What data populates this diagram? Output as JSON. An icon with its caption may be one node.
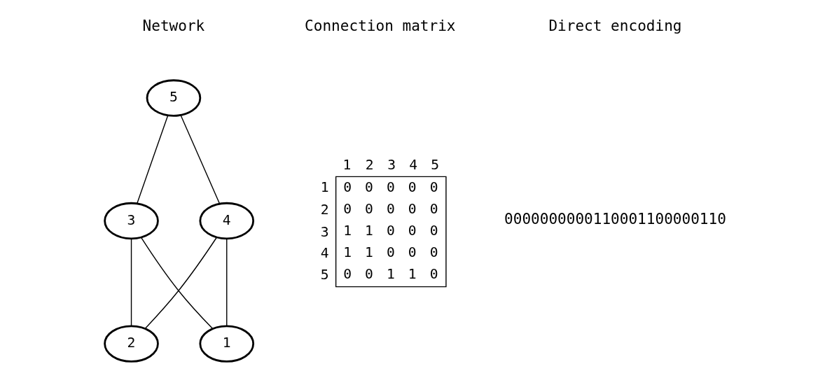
{
  "diagram": {
    "nodes": [
      {
        "text": [
          "5"
        ]
      },
      {
        "text": [
          "3"
        ]
      },
      {
        "text": [
          "4"
        ]
      },
      {
        "text": [
          "2"
        ]
      },
      {
        "text": [
          "1"
        ]
      }
    ],
    "edges": [
      {
        "from": 0,
        "to": 1,
        "arrow": "none"
      },
      {
        "from": 0,
        "to": 2,
        "arrow": "none"
      },
      {
        "from": 1,
        "to": 3,
        "arrow": "none"
      },
      {
        "from": 1,
        "to": 4,
        "arrow": "none"
      },
      {
        "from": 2,
        "to": 3,
        "arrow": "none"
      },
      {
        "from": 2,
        "to": 4,
        "arrow": "none"
      }
    ],
    "labels": [
      "Network",
      "Connection matrix",
      "Direct encoding",
      "1",
      "2",
      "3",
      "4",
      "5",
      "1",
      "0",
      "0",
      "0",
      "0",
      "0",
      "2",
      "0",
      "0",
      "0",
      "0",
      "0",
      "3",
      "1",
      "1",
      "0",
      "0",
      "0",
      "4",
      "1",
      "1",
      "0",
      "0",
      "0",
      "5",
      "0",
      "0",
      "1",
      "1",
      "0",
      "0000000000110001100000110"
    ]
  }
}
